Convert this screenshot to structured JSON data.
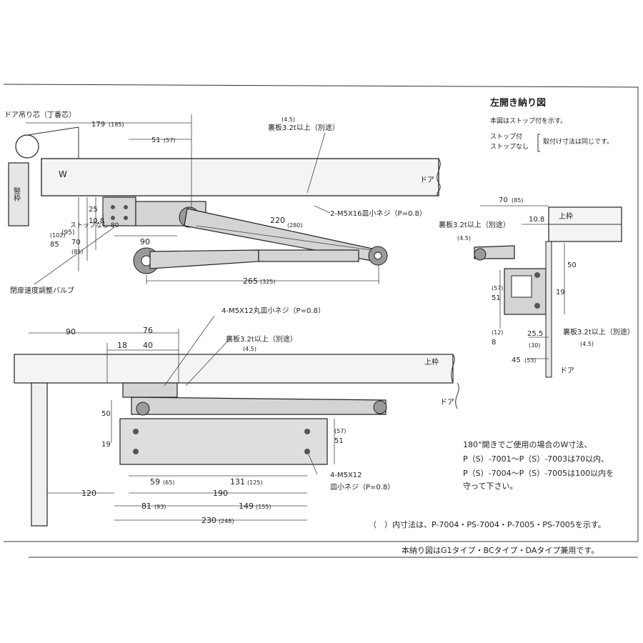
{
  "side_view": {
    "hinge_label": "ドア吊り芯（丁番芯）",
    "frame_label": "竪枠",
    "w_label": "W",
    "door_label": "ドア",
    "d179": "179",
    "d179p": "(185)",
    "d51": "51",
    "d51p": "(57)",
    "back_45": "(4.5)",
    "back_plate": "裏板3.2t以上（別途）",
    "screw": "2-M5X16皿小ネジ（P=0.8）",
    "d25": "25",
    "d108": "10.8",
    "d80": "ストップなし 80",
    "d80p": "(95)",
    "d70": "70",
    "d70p": "(85)",
    "d85": "85",
    "d85p": "(102)",
    "d90": "90",
    "d220": "220",
    "d220p": "(280)",
    "d265": "265",
    "d265p": "(325)",
    "valve": "閉扉速度調整バルブ"
  },
  "left_note": {
    "title": "左開き納り図",
    "line1": "本図はストップ付を示す。",
    "stop_on": "ストップ付",
    "stop_off": "ストップなし",
    "same": "取付け寸法は同じです。"
  },
  "right_view": {
    "d70": "70",
    "d70p": "(85)",
    "d108": "10.8",
    "upper_frame": "上枠",
    "back_plate": "裏板3.2t以上（別途）",
    "back_45": "(4.5)",
    "d50": "50",
    "d19": "19",
    "d51": "51",
    "d51p": "(57)",
    "d8": "8",
    "d8p": "(12)",
    "d255": "25.5",
    "d255p": "(30)",
    "d45": "45",
    "d45p": "(53)",
    "back_plate2": "裏板3.2t以上（別途）",
    "back_45b": "(4.5)",
    "door": "ドア"
  },
  "bottom_view": {
    "screw": "4-M5X12丸皿小ネジ（P=0.8）",
    "back_plate": "裏板3.2t以上（別途）",
    "back_45": "(4.5)",
    "d90": "90",
    "d76": "76",
    "d18": "18",
    "d40": "40",
    "upper_frame": "上枠",
    "door": "ドア",
    "d50": "50",
    "d19": "19",
    "d51": "51",
    "d51p": "(57)",
    "d59": "59",
    "d59p": "(65)",
    "d131": "131",
    "d131p": "(125)",
    "d190": "190",
    "d120": "120",
    "d81": "81",
    "d81p": "(93)",
    "d149": "149",
    "d149p": "(155)",
    "d230": "230",
    "d230p": "(248)",
    "screw2a": "4-M5X12",
    "screw2b": "皿小ネジ（P=0.8）"
  },
  "notes": {
    "n1": "180°開きでご使用の場合のW寸法、",
    "n2": "P（S）-7001～P（S）-7003は70以内、",
    "n3": "P（S）-7004～P（S）-7005は100以内を",
    "n4": "守って下さい。",
    "paren": "（　）内寸法は、P-7004・PS-7004・P-7005・PS-7005を示す。",
    "footer": "本納り図はG1タイプ・BCタイプ・DAタイプ兼用です。"
  }
}
